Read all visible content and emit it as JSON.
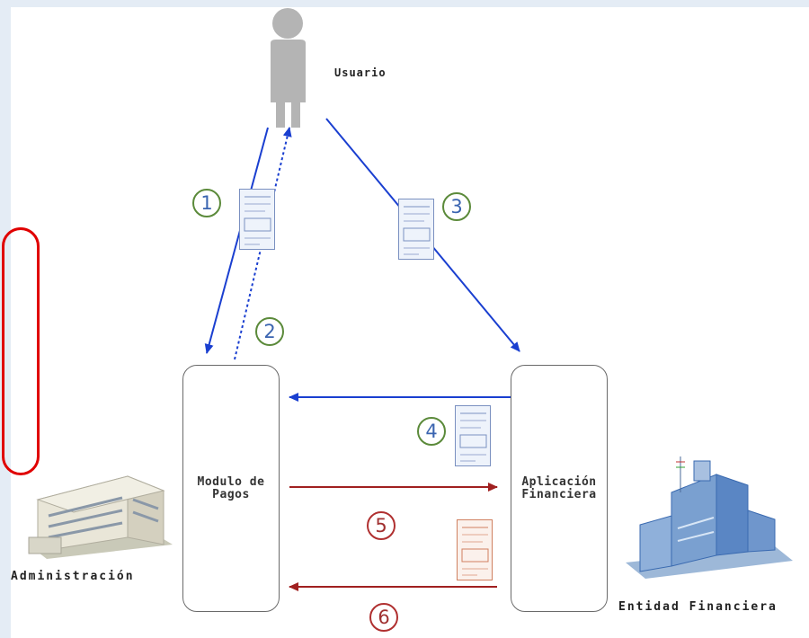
{
  "nodes": {
    "usuario": "Usuario",
    "modulo_line1": "Modulo de",
    "modulo_line2": "Pagos",
    "aplicacion_line1": "Aplicación",
    "aplicacion_line2": "Financiera",
    "administracion": "Administración",
    "entidad": "Entidad Financiera"
  },
  "steps": [
    "1",
    "2",
    "3",
    "4",
    "5",
    "6"
  ],
  "colors": {
    "blue_arrow": "#1a3fd0",
    "red_arrow": "#a02020",
    "green_circle": "#5b8a3a",
    "red_circle": "#b03030",
    "highlight": "#e00000"
  },
  "icons": [
    "user-icon",
    "document-icon",
    "building-administracion-icon",
    "building-entidad-icon"
  ]
}
